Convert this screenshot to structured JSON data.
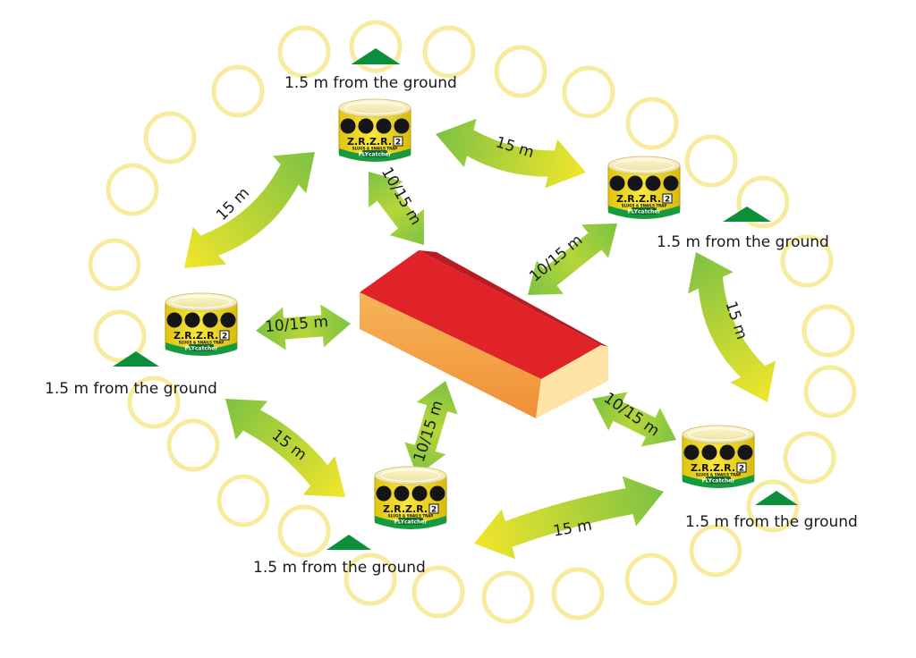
{
  "labels": {
    "height": "1.5 m from the ground",
    "ring_distance": "15 m",
    "barn_distance": "10/15 m"
  },
  "trap": {
    "name": "Z.R.Z.R.",
    "badge": "2",
    "subtitle": "SLUGS & SNAILS TRAP",
    "brand": "FLYcatcher"
  },
  "colors": {
    "arrow_green": "#7dc242",
    "arrow_yellow": "#f2e62b",
    "circle_outline": "#f7ec9e",
    "roof": "#e02328",
    "roof_ridge": "#b81b22",
    "wall_front": "#f4a247",
    "wall_end": "#fde3a6",
    "trap_yellow": "#f3dc1d",
    "trap_band": "#159a3e",
    "marker": "#0c8f3a"
  }
}
